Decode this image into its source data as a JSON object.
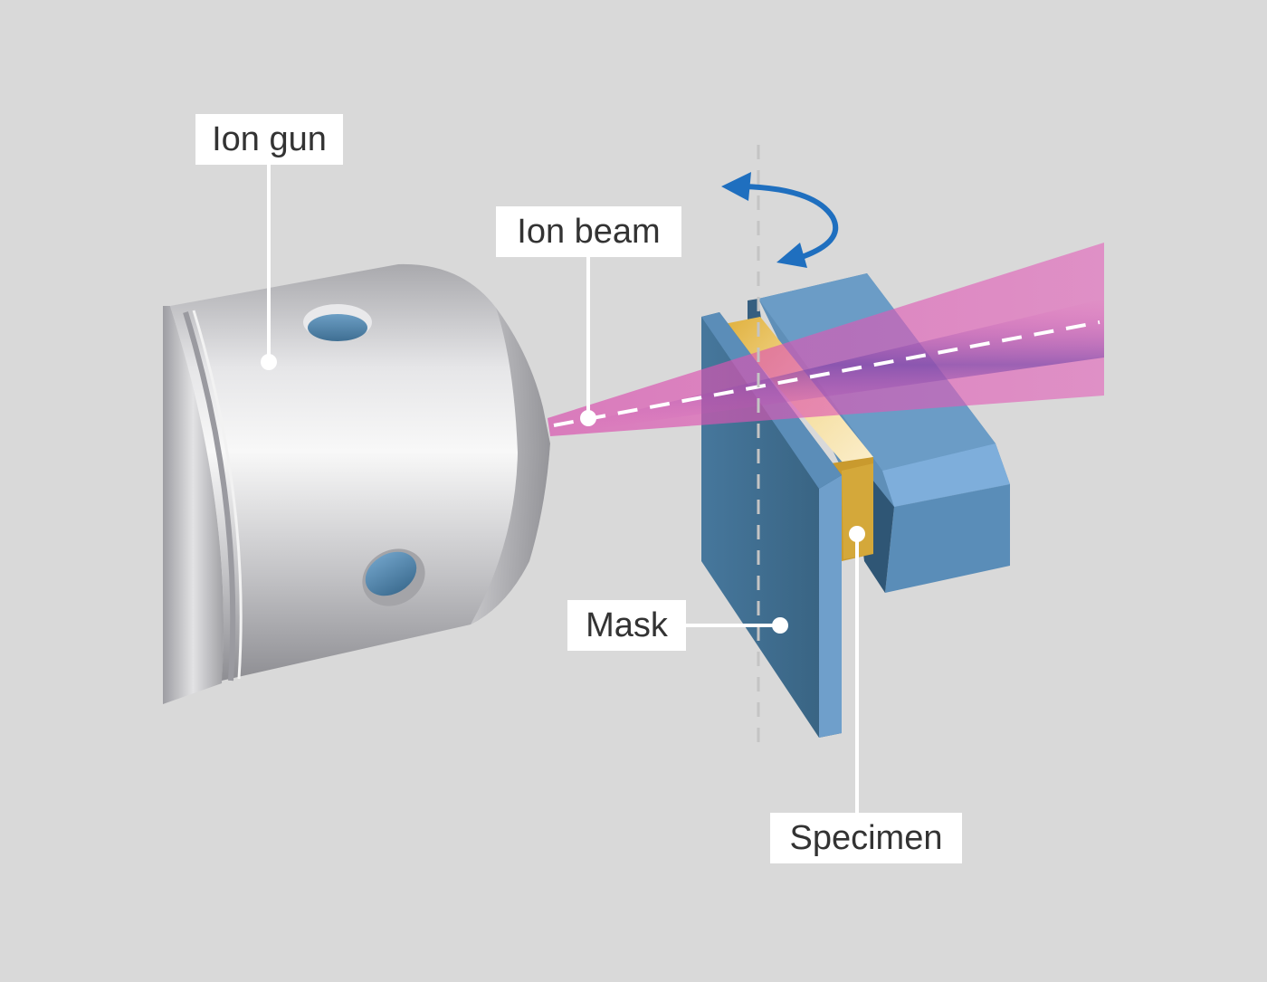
{
  "labels": {
    "ion_gun": "Ion gun",
    "ion_beam": "Ion beam",
    "mask": "Mask",
    "specimen": "Specimen"
  },
  "colors": {
    "background": "#d9d9d9",
    "beam": "#e45cb8",
    "beam_core": "#7a4fb0",
    "mask": "#4a7fa8",
    "specimen": "#e3b94a",
    "rotation_arrow": "#1f6fbf",
    "gun_metal": "#c4c4c6"
  },
  "icons": {
    "rotation": "curved-double-arrow-icon"
  }
}
